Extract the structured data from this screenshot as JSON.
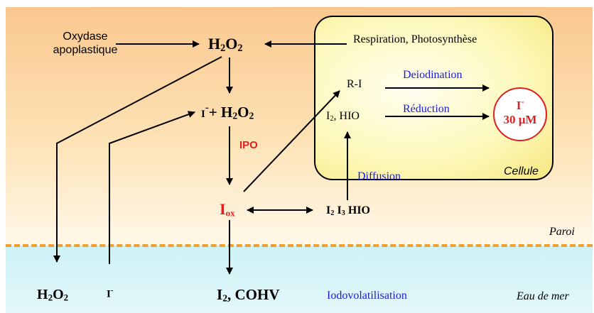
{
  "labels": {
    "oxydase_line1": "Oxydase",
    "oxydase_line2": "apoplastique",
    "h2o2_main": {
      "base1": "H",
      "sub1": "2",
      "base2": "O",
      "sub2": "2"
    },
    "respiration": "Respiration, Photosynthèse",
    "iodide_plus": {
      "ion": "I",
      "charge": "-",
      "plus": "+ H",
      "sub1": "2",
      "mid": "O",
      "sub2": "2"
    },
    "ipo": "IPO",
    "iox": {
      "base": "I",
      "sub": "ox"
    },
    "i2_i3_hio": {
      "a": "I",
      "a_sub": "2",
      "b": "I",
      "b_sub": "3",
      "c": "HIO"
    },
    "r_i": "R-I",
    "i2_hio_cell": {
      "base": "I",
      "sub": "2",
      "rest": ", HIO"
    },
    "deiodination": "Deiodination",
    "reduction": "Réduction",
    "diffusion": "Diffusion",
    "cellule": "Cellule",
    "iodide_circle": {
      "ion": "I",
      "charge": "-",
      "conc": "30 µM"
    },
    "paroi": "Paroi",
    "h2o2_sea": {
      "base1": "H",
      "sub1": "2",
      "base2": "O",
      "sub2": "2"
    },
    "iodide_sea": {
      "ion": "I",
      "charge": "-"
    },
    "i2_cohv": {
      "base": "I",
      "sub": "2",
      "rest": ", COHV"
    },
    "iodovolatilisation": "Iodovolatilisation",
    "eau_de_mer": "Eau de mer"
  },
  "colors": {
    "apoplast": "#fac88f",
    "seawater": "#cdf2f6",
    "cell_fill": "#fdf8b8",
    "separator": "#f0a030",
    "accent_red": "#e02020",
    "accent_blue": "#1a1adb"
  }
}
